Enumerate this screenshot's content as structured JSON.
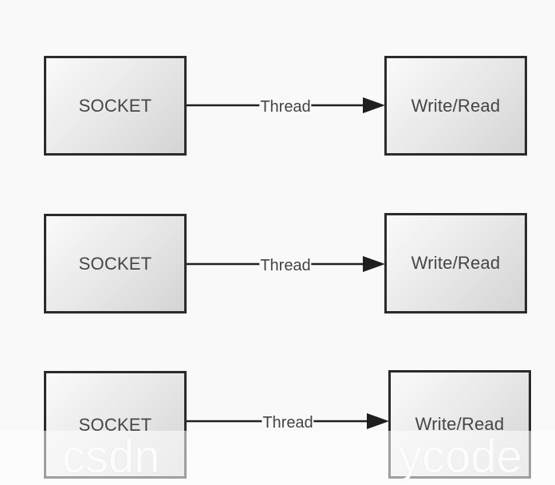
{
  "rows": [
    {
      "source": "SOCKET",
      "edge": "Thread",
      "target": "Write/Read"
    },
    {
      "source": "SOCKET",
      "edge": "Thread",
      "target": "Write/Read"
    },
    {
      "source": "SOCKET",
      "edge": "Thread",
      "target": "Write/Read"
    }
  ],
  "watermark": {
    "left": "csdn",
    "right": "ycode"
  },
  "colors": {
    "background": "#faf9fa",
    "border": "#2b2b2b",
    "arrow": "#1e1e1e",
    "text": "#454545"
  }
}
